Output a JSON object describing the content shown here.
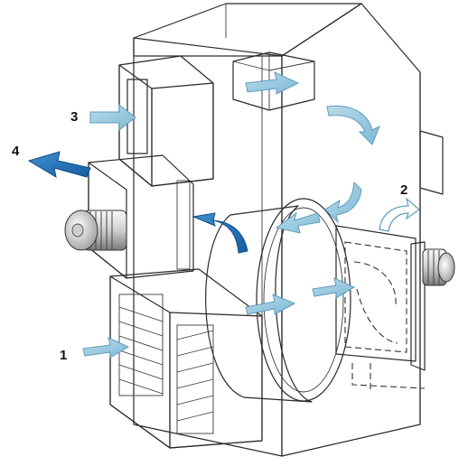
{
  "diagram": {
    "labels": {
      "one": "1",
      "two": "2",
      "three": "3",
      "four": "4"
    },
    "colors": {
      "cabinet_fill": "#ececec",
      "cabinet_face": "#f6f6f6",
      "line": "#2a2a2a",
      "arrow_light": "#8fc4dd",
      "arrow_light_edge": "#5f9cbf",
      "arrow_dark": "#1f6fb5",
      "arrow_dark_edge": "#114d86"
    },
    "icons": [
      "fan-motor-icon",
      "airflow-arrow-icon"
    ]
  }
}
